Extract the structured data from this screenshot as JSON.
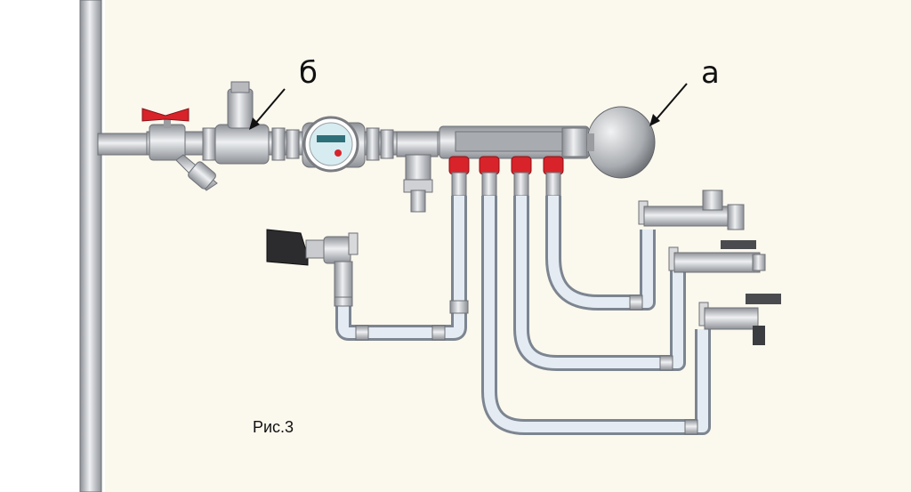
{
  "labels": {
    "b": "б",
    "a": "а"
  },
  "caption": "Рис.3",
  "colors": {
    "pipe_metal": "#c7c9cc",
    "pipe_hose": "#dfe6f0",
    "valve_red": "#d8232a",
    "background": "#fbf8ee"
  }
}
